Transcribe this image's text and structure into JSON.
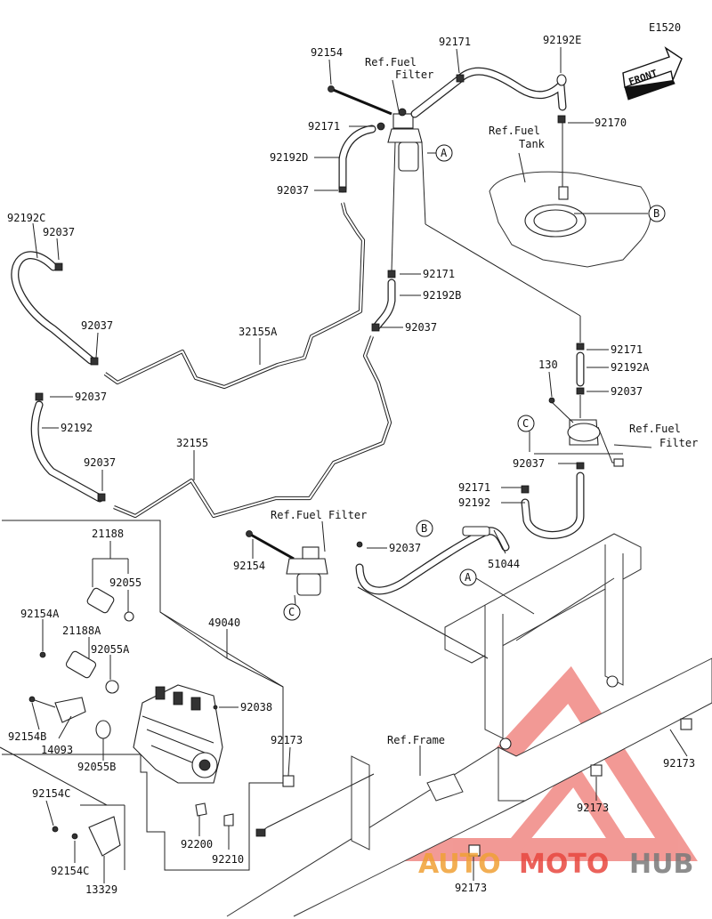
{
  "diagram_code": "E1520",
  "front_label": "FRONT",
  "ref_labels": {
    "fuel_filter_top_1": "Ref.Fuel",
    "fuel_filter_top_2": "Filter",
    "fuel_tank_1": "Ref.Fuel",
    "fuel_tank_2": "Tank",
    "fuel_filter_right_1": "Ref.Fuel",
    "fuel_filter_right_2": "Filter",
    "fuel_filter_mid": "Ref.Fuel Filter",
    "frame": "Ref.Frame"
  },
  "callouts": {
    "a_top": "A",
    "a_frame": "A",
    "b_tank": "B",
    "b_hose": "B",
    "c_right": "C",
    "c_filter": "C"
  },
  "parts": {
    "p92154_top": "92154",
    "p92171_top": "92171",
    "p92192e": "92192E",
    "p92171_left": "92171",
    "p92170": "92170",
    "p92192d": "92192D",
    "p92037_a": "92037",
    "p92192c": "92192C",
    "p92037_b": "92037",
    "p92171_mid": "92171",
    "p92192b": "92192B",
    "p92037_c": "92037",
    "p92037_d": "92037",
    "p32155a": "32155A",
    "p92171_r": "92171",
    "p92192a": "92192A",
    "p130": "130",
    "p92037_e": "92037",
    "p92037_f": "92037",
    "p92192": "92192",
    "p92037_g": "92037",
    "p32155": "32155",
    "p92037_h": "92037",
    "p92171_low": "92171",
    "p92192_low": "92192",
    "p21188": "21188",
    "p92055": "92055",
    "p92154_mid": "92154",
    "p92037_i": "92037",
    "p51044": "51044",
    "p92154a": "92154A",
    "p21188a": "21188A",
    "p49040": "49040",
    "p92055a": "92055A",
    "p92038": "92038",
    "p92154b": "92154B",
    "p14093": "14093",
    "p92055b": "92055B",
    "p92173_l": "92173",
    "p92173_r": "92173",
    "p92173_m": "92173",
    "p92173_b": "92173",
    "p92154c_1": "92154C",
    "p92154c_2": "92154C",
    "p13329": "13329",
    "p92200": "92200",
    "p92210": "92210"
  },
  "watermark": {
    "part1": "AUTO",
    "part2": "MOTO",
    "part3": "HUB",
    "color_red": "#e8473f",
    "color_orange": "#f0a136",
    "color_gray": "#7a7a7a"
  }
}
